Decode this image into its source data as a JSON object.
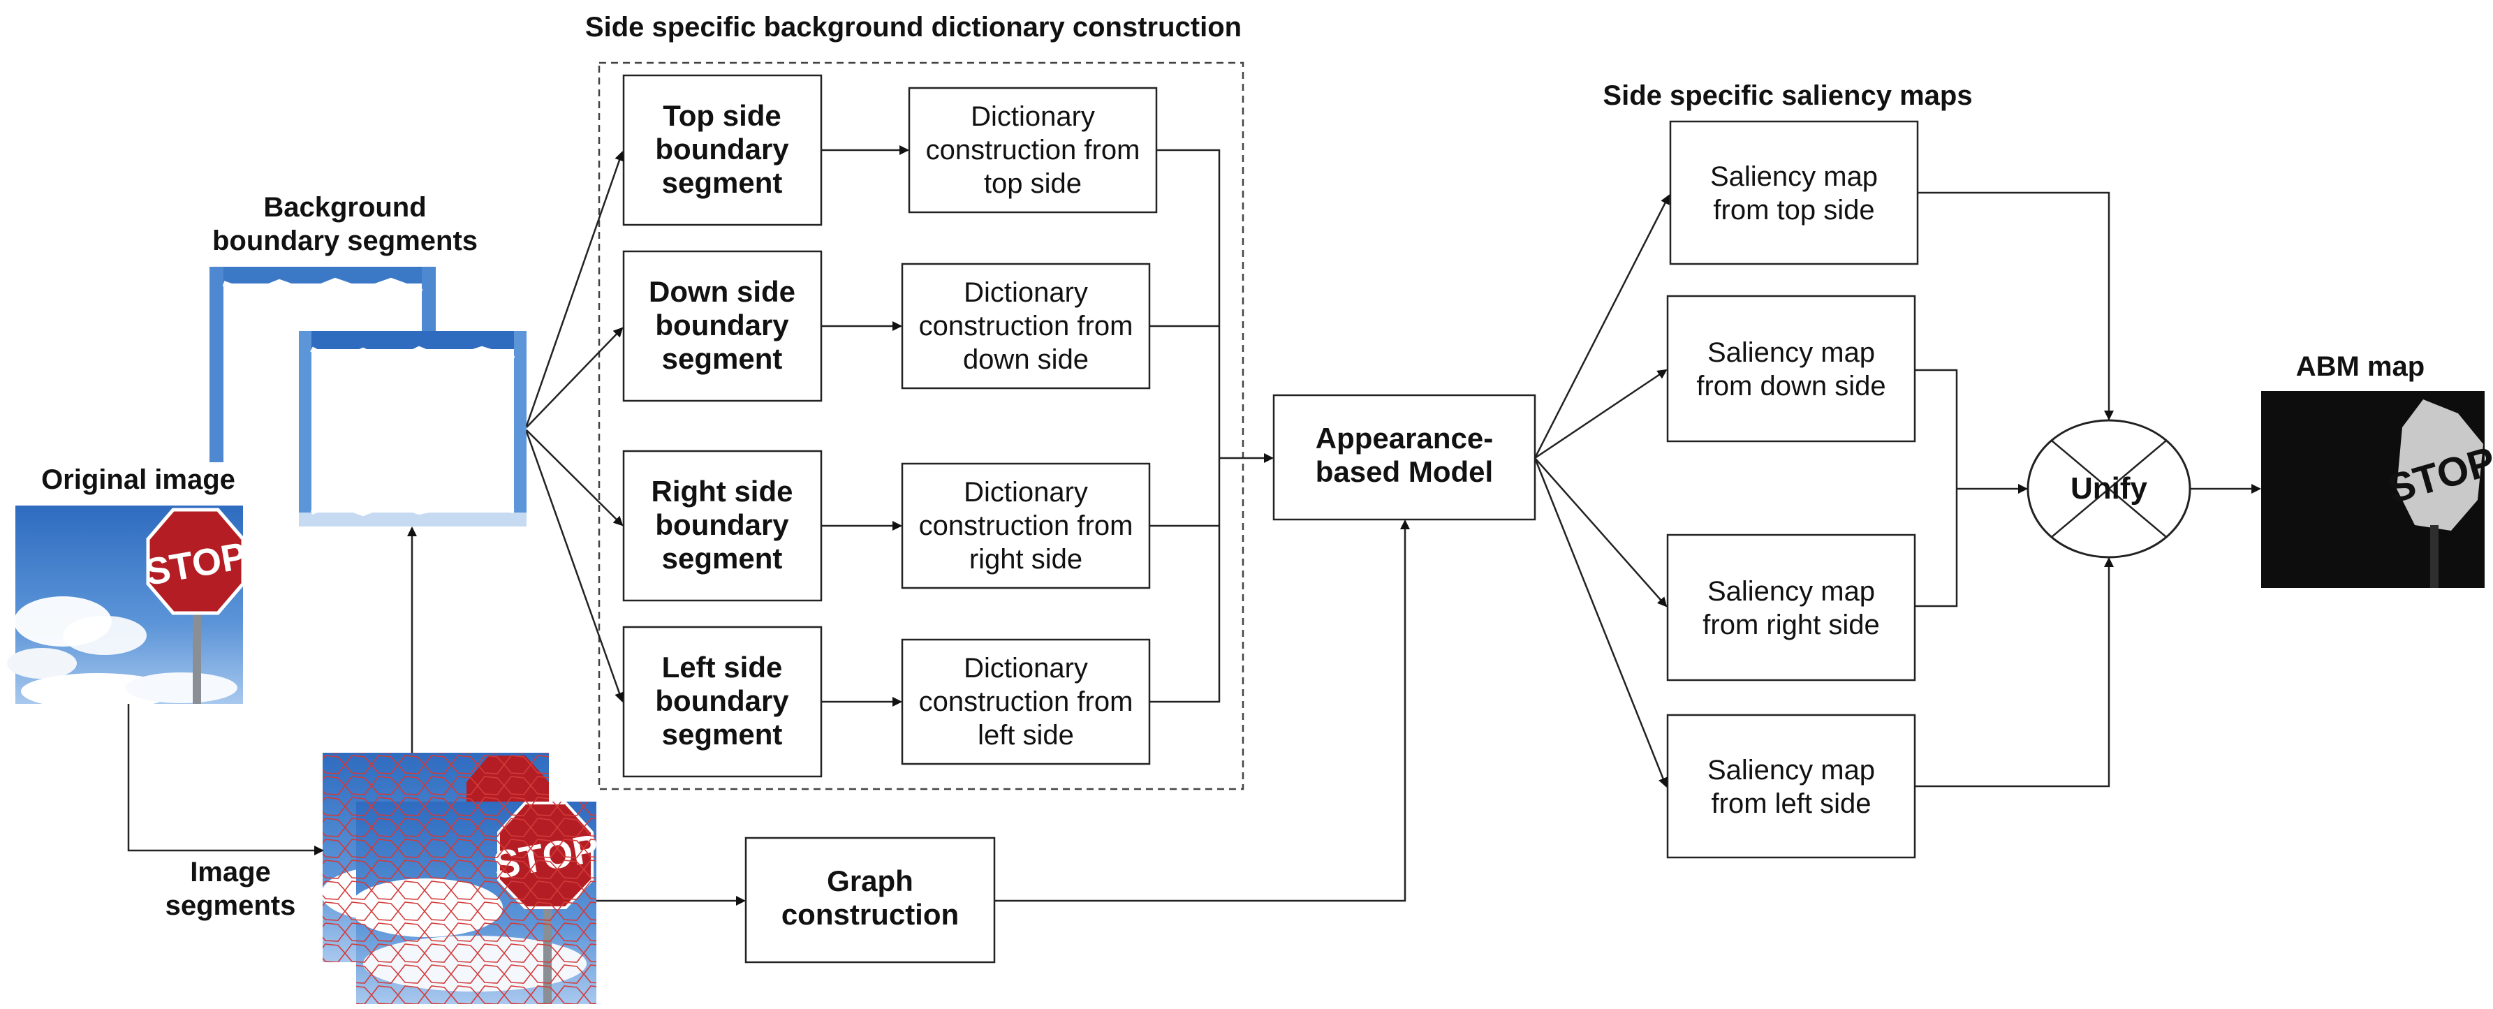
{
  "headings": {
    "dictionary_construction": "Side specific background dictionary construction",
    "saliency_maps": "Side specific saliency maps",
    "background_segments": [
      "Background",
      "boundary segments"
    ],
    "original_image": "Original image",
    "image_segments": [
      "Image",
      "segments"
    ],
    "abm_map": "ABM map"
  },
  "boundary_segments": [
    [
      "Top side",
      "boundary",
      "segment"
    ],
    [
      "Down side",
      "boundary",
      "segment"
    ],
    [
      "Right side",
      "boundary",
      "segment"
    ],
    [
      "Left side",
      "boundary",
      "segment"
    ]
  ],
  "dictionaries": [
    [
      "Dictionary",
      "construction from",
      "top side"
    ],
    [
      "Dictionary",
      "construction from",
      "down side"
    ],
    [
      "Dictionary",
      "construction from",
      "right side"
    ],
    [
      "Dictionary",
      "construction from",
      "left side"
    ]
  ],
  "appearance_model": [
    "Appearance-",
    "based Model"
  ],
  "graph_construction": [
    "Graph",
    "construction"
  ],
  "saliency": [
    [
      "Saliency map",
      "from top side"
    ],
    [
      "Saliency map",
      "from down side"
    ],
    [
      "Saliency map",
      "from right side"
    ],
    [
      "Saliency map",
      "from left side"
    ]
  ],
  "unify": "Unify",
  "stop_sign_text": "STOP",
  "colors": {
    "sky": "#3b78c6",
    "sign_red": "#b51d24",
    "segment_lines": "#d23a3a",
    "abm_background": "#0d0d0d"
  },
  "icons": [
    "original-image",
    "background-segment-image",
    "superpixel-image",
    "abm-map-image"
  ]
}
